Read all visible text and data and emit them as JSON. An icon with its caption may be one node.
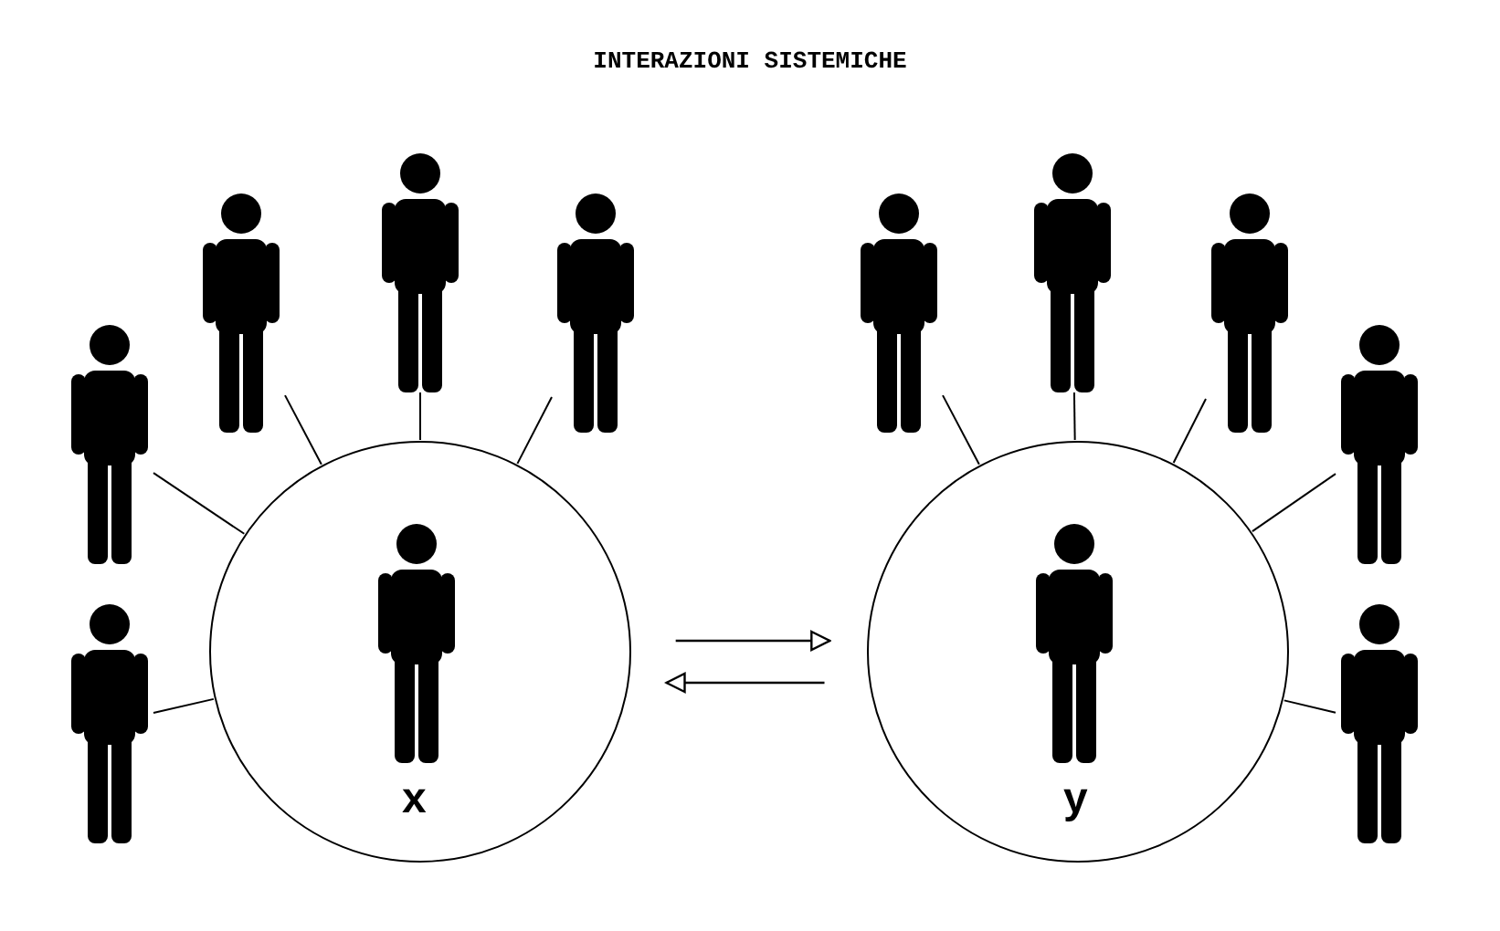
{
  "diagram": {
    "title": "INTERAZIONI SISTEMICHE",
    "nodes": [
      {
        "text": [
          "x"
        ]
      },
      {
        "text": [],
        "shape": "person",
        "in": 0
      },
      {
        "text": [
          "y"
        ]
      },
      {
        "text": [],
        "shape": "person",
        "in": 2
      },
      {
        "text": [],
        "shape": "person"
      },
      {
        "text": [],
        "shape": "person"
      },
      {
        "text": [],
        "shape": "person"
      },
      {
        "text": [],
        "shape": "person"
      },
      {
        "text": [],
        "shape": "person"
      },
      {
        "text": [],
        "shape": "person"
      },
      {
        "text": [],
        "shape": "person"
      },
      {
        "text": [],
        "shape": "person"
      },
      {
        "text": [],
        "shape": "person"
      },
      {
        "text": [],
        "shape": "person"
      }
    ],
    "edges": [
      {
        "from": 0,
        "to": 2,
        "arrow": "to"
      },
      {
        "from": 2,
        "to": 0,
        "arrow": "to"
      },
      {
        "from": 0,
        "to": 4,
        "arrow": "none"
      },
      {
        "from": 0,
        "to": 5,
        "arrow": "none"
      },
      {
        "from": 0,
        "to": 6,
        "arrow": "none"
      },
      {
        "from": 0,
        "to": 7,
        "arrow": "none"
      },
      {
        "from": 0,
        "to": 8,
        "arrow": "none"
      },
      {
        "from": 2,
        "to": 9,
        "arrow": "none"
      },
      {
        "from": 2,
        "to": 10,
        "arrow": "none"
      },
      {
        "from": 2,
        "to": 11,
        "arrow": "none"
      },
      {
        "from": 2,
        "to": 12,
        "arrow": "none"
      },
      {
        "from": 2,
        "to": 13,
        "arrow": "none"
      }
    ]
  }
}
